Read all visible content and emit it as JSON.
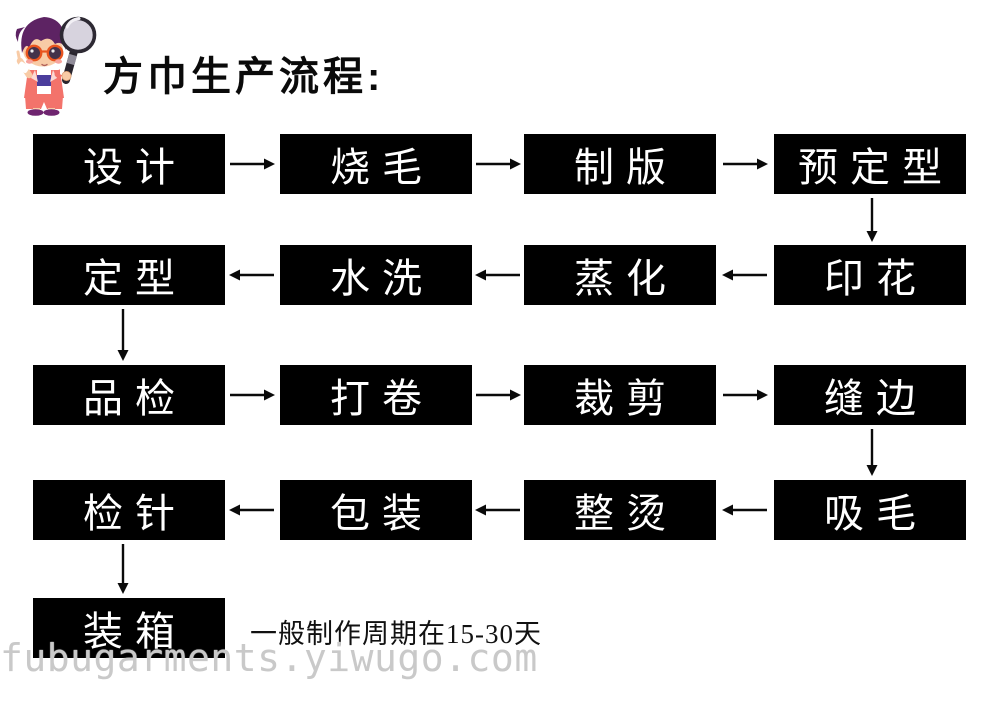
{
  "header": {
    "title": "方巾生产流程:",
    "mascot": "boy-with-magnifying-glass"
  },
  "flow": {
    "box_background": "#000000",
    "box_text_color": "#ffffff",
    "arrow_color": "#0a0a0a",
    "rows": [
      {
        "arrow_direction": "right",
        "boxes": [
          "设计",
          "烧毛",
          "制版",
          "预定型"
        ]
      },
      {
        "arrow_direction": "left",
        "boxes": [
          "定型",
          "水洗",
          "蒸化",
          "印花"
        ]
      },
      {
        "arrow_direction": "right",
        "boxes": [
          "品检",
          "打卷",
          "裁剪",
          "缝边"
        ]
      },
      {
        "arrow_direction": "left",
        "boxes": [
          "检针",
          "包装",
          "整烫",
          "吸毛"
        ]
      },
      {
        "arrow_direction": "none",
        "boxes": [
          "装箱"
        ]
      }
    ],
    "vertical_links": [
      {
        "from": "预定型",
        "to": "印花"
      },
      {
        "from": "定型",
        "to": "品检"
      },
      {
        "from": "缝边",
        "to": "吸毛"
      },
      {
        "from": "检针",
        "to": "装箱"
      }
    ]
  },
  "note": {
    "text": "一般制作周期在15-30天"
  },
  "watermark": {
    "text": "fubugarments.yiwugo.com",
    "color": "#c9c9c9"
  }
}
